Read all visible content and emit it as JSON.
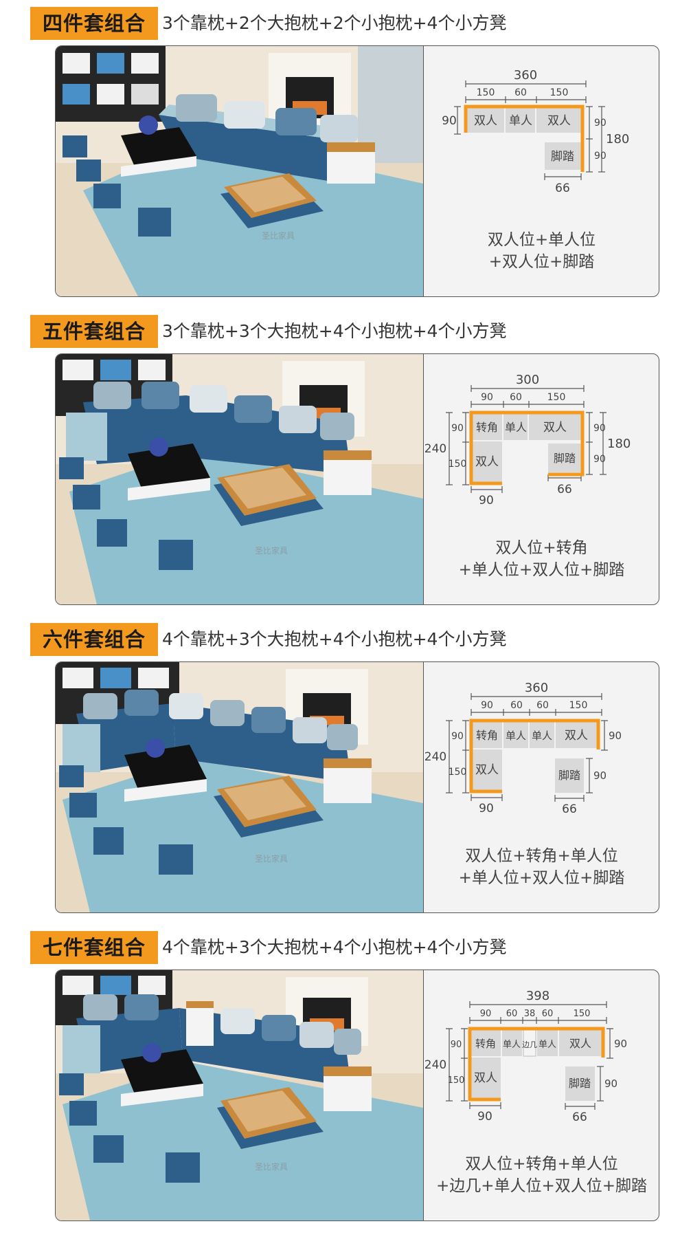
{
  "colors": {
    "accent": "#f39a1e",
    "module": "#d9d9d9",
    "sofa_dark": "#2d5f8a",
    "sofa_light": "#a9cbd8",
    "panel_bg": "#f3f3f3"
  },
  "watermark_text": "圣比家具",
  "sections": [
    {
      "title": "四件套组合",
      "subtitle": "3个靠枕+2个大抱枕+2个小抱枕+4个小方凳",
      "caption_line1": "双人位+单人位",
      "caption_line2": "+双人位+脚踏",
      "diagram": {
        "total_width": "360",
        "segments": [
          "150",
          "60",
          "150"
        ],
        "left_height": "90",
        "right_segments": [
          "90",
          "90"
        ],
        "right_total": "180",
        "footstool_width": "66",
        "modules": {
          "double1": "双人",
          "single": "单人",
          "double2": "双人",
          "footstool": "脚踏"
        }
      }
    },
    {
      "title": "五件套组合",
      "subtitle": "3个靠枕+3个大抱枕+4个小抱枕+4个小方凳",
      "caption_line1": "双人位+转角",
      "caption_line2": "+单人位+双人位+脚踏",
      "diagram": {
        "total_width": "300",
        "segments": [
          "90",
          "60",
          "150"
        ],
        "left_total": "240",
        "left_segments": [
          "90",
          "150"
        ],
        "right_segments": [
          "90",
          "90"
        ],
        "right_total": "180",
        "bottom_left": "90",
        "footstool_width": "66",
        "modules": {
          "corner": "转角",
          "single": "单人",
          "double_top": "双人",
          "double_left": "双人",
          "footstool": "脚踏"
        }
      }
    },
    {
      "title": "六件套组合",
      "subtitle": "4个靠枕+3个大抱枕+4个小抱枕+4个小方凳",
      "caption_line1": "双人位+转角+单人位",
      "caption_line2": "+单人位+双人位+脚踏",
      "diagram": {
        "total_width": "360",
        "segments": [
          "90",
          "60",
          "60",
          "150"
        ],
        "left_total": "240",
        "left_segments": [
          "90",
          "150"
        ],
        "right_height": "90",
        "bottom_left": "90",
        "footstool_height": "90",
        "footstool_width": "66",
        "modules": {
          "corner": "转角",
          "single1": "单人",
          "single2": "单人",
          "double_top": "双人",
          "double_left": "双人",
          "footstool": "脚踏"
        }
      }
    },
    {
      "title": "七件套组合",
      "subtitle": "4个靠枕+3个大抱枕+4个小抱枕+4个小方凳",
      "caption_line1": "双人位+转角+单人位",
      "caption_line2": "+边几+单人位+双人位+脚踏",
      "diagram": {
        "total_width": "398",
        "segments": [
          "90",
          "60",
          "38",
          "60",
          "150"
        ],
        "left_total": "240",
        "left_segments": [
          "90",
          "150"
        ],
        "right_height": "90",
        "bottom_left": "90",
        "footstool_height": "90",
        "footstool_width": "66",
        "modules": {
          "corner": "转角",
          "single1": "单人",
          "side_table": "边几",
          "single2": "单人",
          "double_top": "双人",
          "double_left": "双人",
          "footstool": "脚踏"
        }
      }
    }
  ]
}
